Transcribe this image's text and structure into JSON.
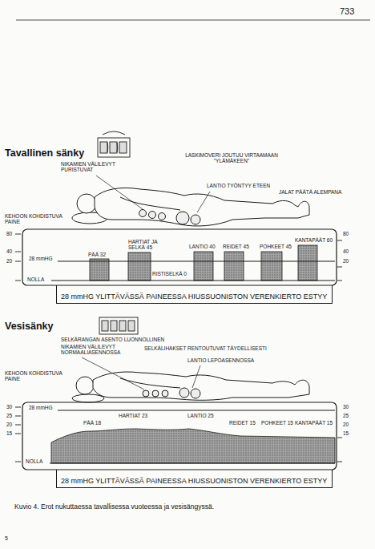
{
  "diagram": {
    "caption": "Kuvio 4. Erot nukuttaessa tavallisessa vuoteessa ja vesisängyssä.",
    "nodes": [
      {
        "text": [
          "28 mmHG YLITTÄVÄSSÄ PAINEESSA HIUSSUONISTON VERENKIERTO ESTYY"
        ]
      },
      {
        "text": [
          "28 mmHG YLITTÄVÄSSÄ PAINEESSA HIUSSUONISTON VERENKIERTO ESTYY"
        ]
      }
    ],
    "labels": [
      "733",
      "Tavallinen sänky",
      "NIKAMIEN VÄLILEVYT PURISTUVAT",
      "LASKIMOVERI JOUTUU VIRTAAMAAN \"YLÄMÄKEEN\"",
      "LANTIO TYÖNTYY ETEEN",
      "JALAT PÄÄTÄ ALEMPANA",
      "KEHOON KOHDISTUVA PAINE",
      "80",
      "40",
      "20",
      "80",
      "40",
      "20",
      "PÄÄ 32",
      "HARTIAT JA SELKÄ 45",
      "LANTIO 40",
      "REIDET 45",
      "POHKEET 45",
      "KANTAPÄÄT 60",
      "28 mmHG",
      "RISTISELKÄ 0",
      "NOLLA",
      "Vesisänky",
      "SELKÄRANGAN ASENTO LUONNOLLINEN",
      "NIKAMIEN VÄLILEVYT NORMAALIASENNOSSA",
      "SELKÄLIHAKSET RENTOUTUVAT TÄYDELLISESTI",
      "LANTIO LEPOASENNOSSA",
      "KEHOON KOHDISTUVA PAINE",
      "30",
      "25",
      "20",
      "15",
      "30",
      "25",
      "20",
      "15",
      "28 mmHG",
      "HARTIAT 23",
      "LANTIO 25",
      "PÄÄ 18",
      "REIDET 15",
      "POHKEET 15",
      "KANTAPÄÄT 15",
      "NOLLA",
      "5"
    ]
  }
}
